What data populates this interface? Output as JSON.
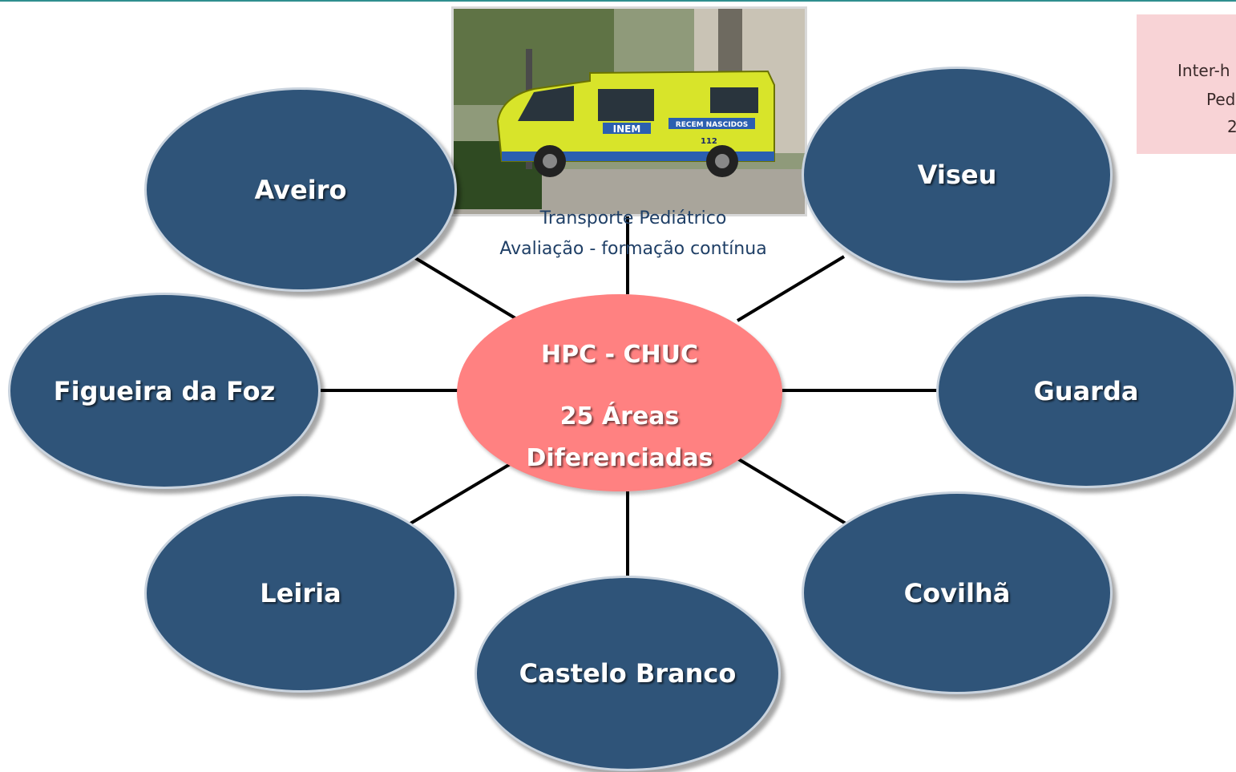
{
  "hub": {
    "title": "HPC - CHUC",
    "line1": "25 Áreas",
    "line2": "Diferenciadas"
  },
  "caption": {
    "line1": "Transporte Pediátrico",
    "line2": "Avaliação - formação contínua"
  },
  "photo": {
    "vehicle_text": "INEM",
    "side_text": "RECEM NASCIDOS",
    "phone_text": "112"
  },
  "side_note": {
    "line1": "Inter-h",
    "line2": "Ped",
    "line3": "2"
  },
  "nodes": {
    "aveiro": "Aveiro",
    "viseu": "Viseu",
    "figueira": "Figueira da  Foz",
    "guarda": "Guarda",
    "leiria": "Leiria",
    "covilha": "Covilhã",
    "castelo": "Castelo Branco"
  },
  "colors": {
    "node_fill": "#2f5479",
    "hub_fill": "#ff8181",
    "caption_text": "#1f3f66",
    "note_fill": "#f8d3d6"
  }
}
